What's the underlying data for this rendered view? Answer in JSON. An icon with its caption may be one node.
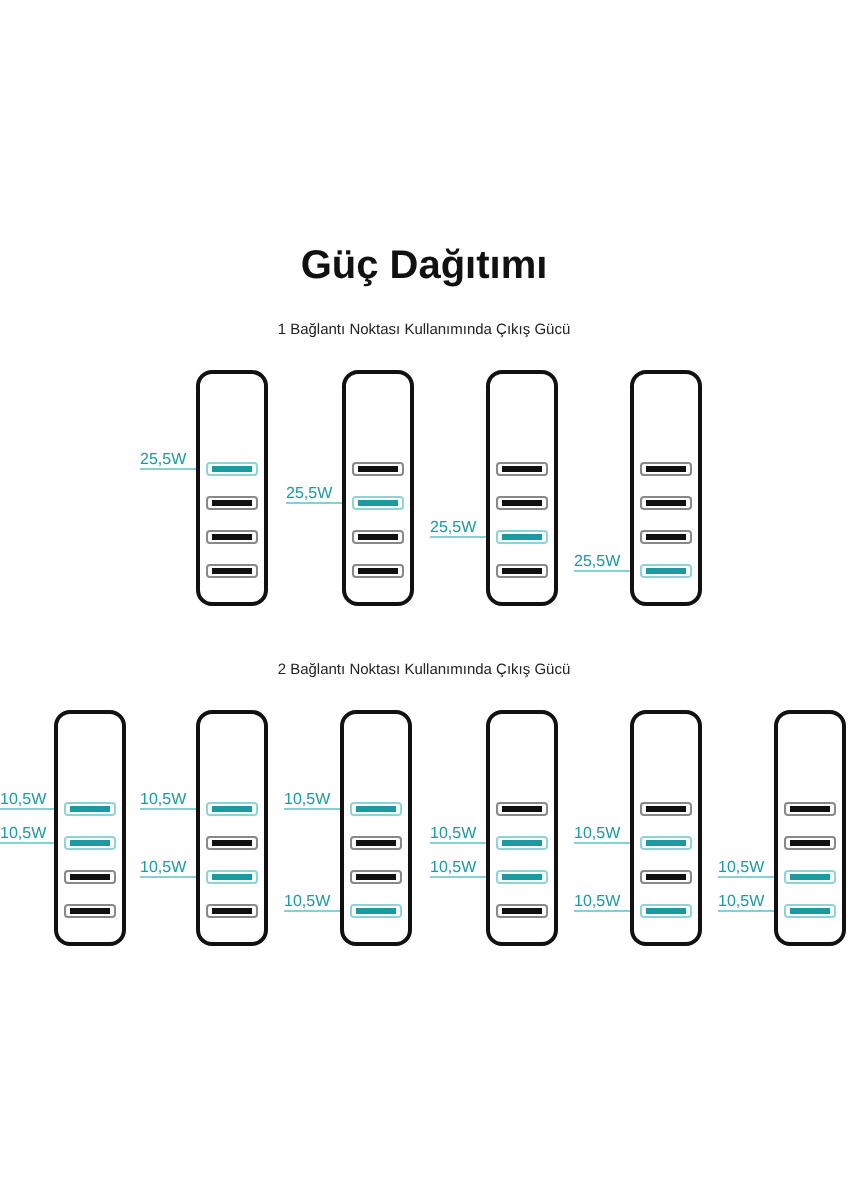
{
  "diagram": {
    "title": "Güç Dağıtımı",
    "nodes": [
      {
        "text": [],
        "shape": "box"
      },
      {
        "text": [],
        "shape": "bar",
        "in": 0
      },
      {
        "text": [],
        "shape": "bar",
        "in": 0
      },
      {
        "text": [],
        "shape": "bar",
        "in": 0
      },
      {
        "text": [],
        "shape": "bar",
        "in": 0
      },
      {
        "text": [
          "25,5W"
        ]
      },
      {
        "text": [],
        "shape": "box"
      },
      {
        "text": [],
        "shape": "bar",
        "in": 6
      },
      {
        "text": [],
        "shape": "bar",
        "in": 6
      },
      {
        "text": [],
        "shape": "bar",
        "in": 6
      },
      {
        "text": [],
        "shape": "bar",
        "in": 6
      },
      {
        "text": [
          "25,5W"
        ]
      },
      {
        "text": [],
        "shape": "box"
      },
      {
        "text": [],
        "shape": "bar",
        "in": 12
      },
      {
        "text": [],
        "shape": "bar",
        "in": 12
      },
      {
        "text": [],
        "shape": "bar",
        "in": 12
      },
      {
        "text": [],
        "shape": "bar",
        "in": 12
      },
      {
        "text": [
          "25,5W"
        ]
      },
      {
        "text": [],
        "shape": "box"
      },
      {
        "text": [],
        "shape": "bar",
        "in": 18
      },
      {
        "text": [],
        "shape": "bar",
        "in": 18
      },
      {
        "text": [],
        "shape": "bar",
        "in": 18
      },
      {
        "text": [],
        "shape": "bar",
        "in": 18
      },
      {
        "text": [
          "25,5W"
        ]
      },
      {
        "text": [],
        "shape": "box"
      },
      {
        "text": [],
        "shape": "bar",
        "in": 24
      },
      {
        "text": [],
        "shape": "bar",
        "in": 24
      },
      {
        "text": [],
        "shape": "bar",
        "in": 24
      },
      {
        "text": [],
        "shape": "bar",
        "in": 24
      },
      {
        "text": [
          "10,5W"
        ]
      },
      {
        "text": [
          "10,5W"
        ]
      },
      {
        "text": [],
        "shape": "box"
      },
      {
        "text": [],
        "shape": "bar",
        "in": 31
      },
      {
        "text": [],
        "shape": "bar",
        "in": 31
      },
      {
        "text": [],
        "shape": "bar",
        "in": 31
      },
      {
        "text": [],
        "shape": "bar",
        "in": 31
      },
      {
        "text": [
          "10,5W"
        ]
      },
      {
        "text": [
          "10,5W"
        ]
      },
      {
        "text": [],
        "shape": "box"
      },
      {
        "text": [],
        "shape": "bar",
        "in": 38
      },
      {
        "text": [],
        "shape": "bar",
        "in": 38
      },
      {
        "text": [],
        "shape": "bar",
        "in": 38
      },
      {
        "text": [],
        "shape": "bar",
        "in": 38
      },
      {
        "text": [
          "10,5W"
        ]
      },
      {
        "text": [
          "10,5W"
        ]
      },
      {
        "text": [],
        "shape": "box"
      },
      {
        "text": [],
        "shape": "bar",
        "in": 45
      },
      {
        "text": [],
        "shape": "bar",
        "in": 45
      },
      {
        "text": [],
        "shape": "bar",
        "in": 45
      },
      {
        "text": [],
        "shape": "bar",
        "in": 45
      },
      {
        "text": [
          "10,5W"
        ]
      },
      {
        "text": [
          "10,5W"
        ]
      },
      {
        "text": [],
        "shape": "box"
      },
      {
        "text": [],
        "shape": "bar",
        "in": 52
      },
      {
        "text": [],
        "shape": "bar",
        "in": 52
      },
      {
        "text": [],
        "shape": "bar",
        "in": 52
      },
      {
        "text": [],
        "shape": "bar",
        "in": 52
      },
      {
        "text": [
          "10,5W"
        ]
      },
      {
        "text": [
          "10,5W"
        ]
      },
      {
        "text": [],
        "shape": "box"
      },
      {
        "text": [],
        "shape": "bar",
        "in": 59
      },
      {
        "text": [],
        "shape": "bar",
        "in": 59
      },
      {
        "text": [],
        "shape": "bar",
        "in": 59
      },
      {
        "text": [],
        "shape": "bar",
        "in": 59
      },
      {
        "text": [
          "10,5W"
        ]
      },
      {
        "text": [
          "10,5W"
        ]
      }
    ],
    "edges": [
      {
        "from": 5,
        "to": 1,
        "arrow": "none"
      },
      {
        "from": 11,
        "to": 8,
        "arrow": "none"
      },
      {
        "from": 17,
        "to": 15,
        "arrow": "none"
      },
      {
        "from": 23,
        "to": 22,
        "arrow": "none"
      },
      {
        "from": 29,
        "to": 25,
        "arrow": "none"
      },
      {
        "from": 30,
        "to": 26,
        "arrow": "none"
      },
      {
        "from": 36,
        "to": 32,
        "arrow": "none"
      },
      {
        "from": 37,
        "to": 34,
        "arrow": "none"
      },
      {
        "from": 43,
        "to": 39,
        "arrow": "none"
      },
      {
        "from": 44,
        "to": 42,
        "arrow": "none"
      },
      {
        "from": 50,
        "to": 47,
        "arrow": "none"
      },
      {
        "from": 51,
        "to": 48,
        "arrow": "none"
      },
      {
        "from": 57,
        "to": 54,
        "arrow": "none"
      },
      {
        "from": 58,
        "to": 56,
        "arrow": "none"
      },
      {
        "from": 64,
        "to": 62,
        "arrow": "none"
      },
      {
        "from": 65,
        "to": 63,
        "arrow": "none"
      }
    ],
    "labels": [
      "1 Bağlantı Noktası Kullanımında Çıkış Gücü",
      "2 Bağlantı Noktası Kullanımında Çıkış Gücü"
    ]
  }
}
